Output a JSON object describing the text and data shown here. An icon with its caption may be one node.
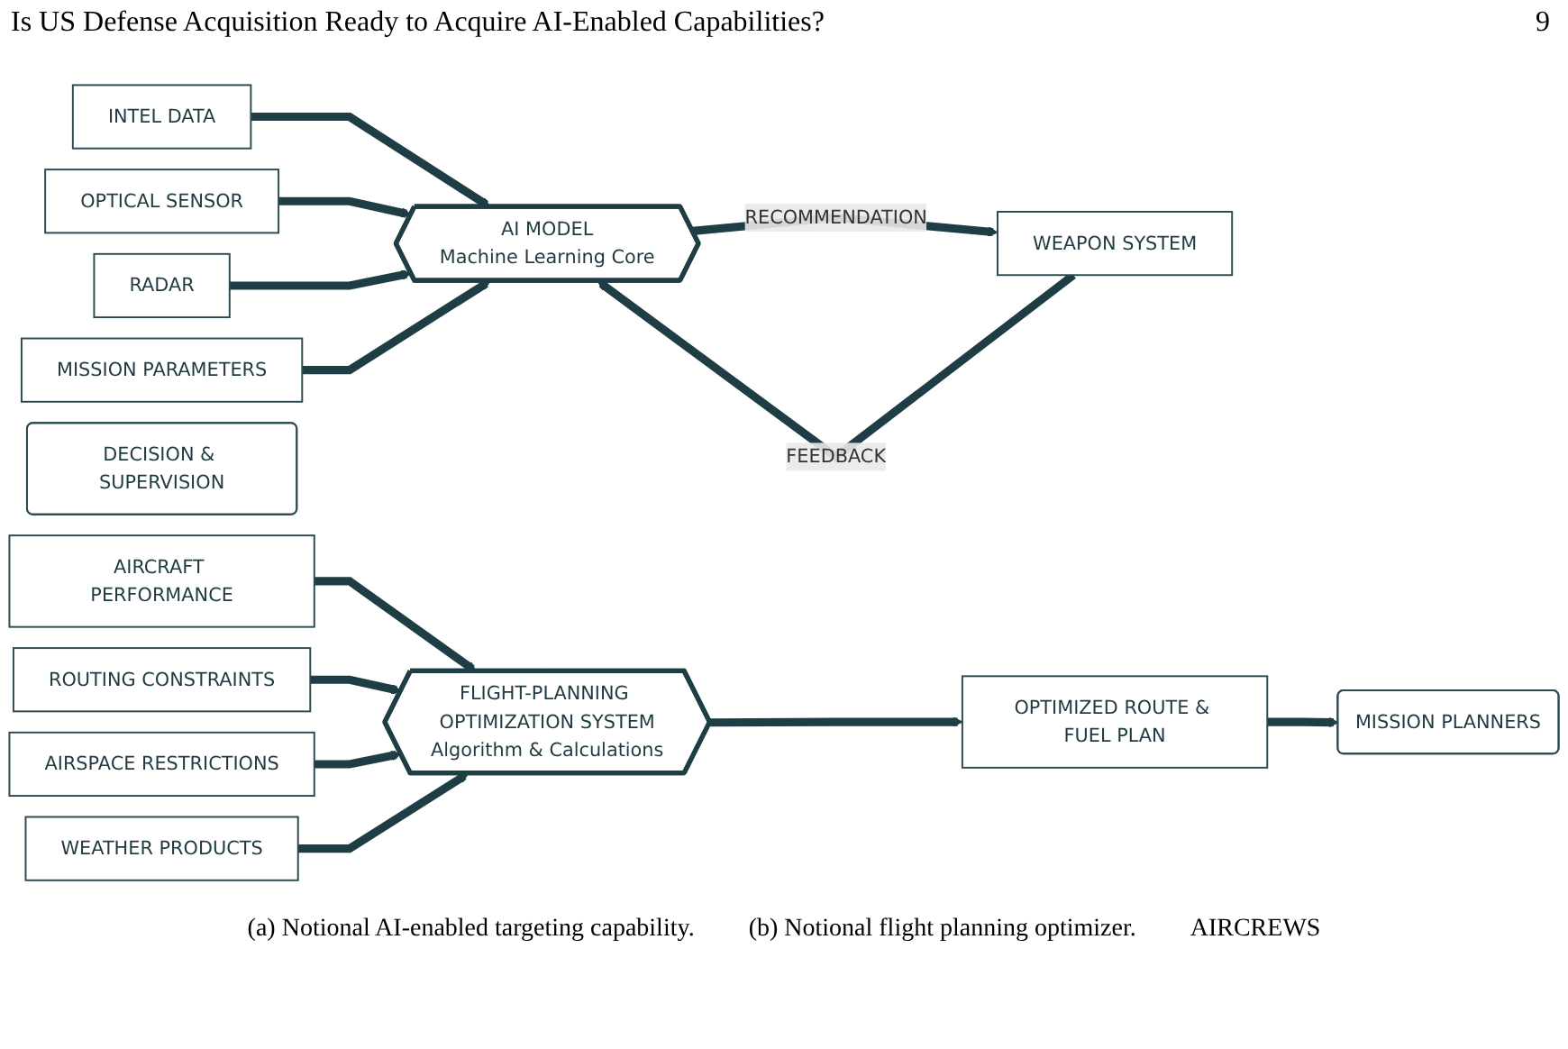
{
  "diagram": {
    "nodes": [
      {
        "text": [
          "INTEL DATA"
        ]
      },
      {
        "text": [
          "OPTICAL SENSOR"
        ]
      },
      {
        "text": [
          "RADAR"
        ]
      },
      {
        "text": [
          "MISSION PARAMETERS"
        ]
      },
      {
        "text": [
          "AI MODEL",
          "Machine Learning Core"
        ]
      },
      {
        "text": [
          "WEAPON SYSTEM"
        ]
      },
      {
        "text": [
          "DECISION & SUPERVISION"
        ]
      },
      {
        "text": [
          "AIRCRAFT PERFORMANCE"
        ]
      },
      {
        "text": [
          "ROUTING CONSTRAINTS"
        ]
      },
      {
        "text": [
          "AIRSPACE RESTRICTIONS"
        ]
      },
      {
        "text": [
          "WEATHER PRODUCTS"
        ]
      },
      {
        "text": [
          "FLIGHT-PLANNING OPTIMIZATION SYSTEM",
          "Algorithm & Calculations"
        ]
      },
      {
        "text": [
          "OPTIMIZED ROUTE & FUEL PLAN"
        ]
      },
      {
        "text": [
          "MISSION PLANNERS"
        ]
      }
    ],
    "edges": [
      {
        "from": 0,
        "to": 4,
        "arrow": "to"
      },
      {
        "from": 1,
        "to": 4,
        "arrow": "to"
      },
      {
        "from": 2,
        "to": 4,
        "arrow": "to"
      },
      {
        "from": 3,
        "to": 4,
        "arrow": "to"
      },
      {
        "from": 4,
        "to": 5,
        "arrow": "to",
        "label": "RECOMMENDATION"
      },
      {
        "from": 5,
        "to": 4,
        "arrow": "to",
        "label": "FEEDBACK"
      },
      {
        "from": 7,
        "to": 11,
        "arrow": "to"
      },
      {
        "from": 8,
        "to": 11,
        "arrow": "to"
      },
      {
        "from": 9,
        "to": 11,
        "arrow": "to"
      },
      {
        "from": 10,
        "to": 11,
        "arrow": "to"
      },
      {
        "from": 11,
        "to": 12,
        "arrow": "to"
      },
      {
        "from": 12,
        "to": 13,
        "arrow": "to"
      }
    ],
    "labels": [
      "Is US Defense Acquisition Ready to Acquire AI-Enabled Capabilities?",
      "9",
      "(a) Notional AI-enabled targeting capability.",
      "(b) Notional flight planning optimizer.",
      "AIRCREWS"
    ]
  }
}
